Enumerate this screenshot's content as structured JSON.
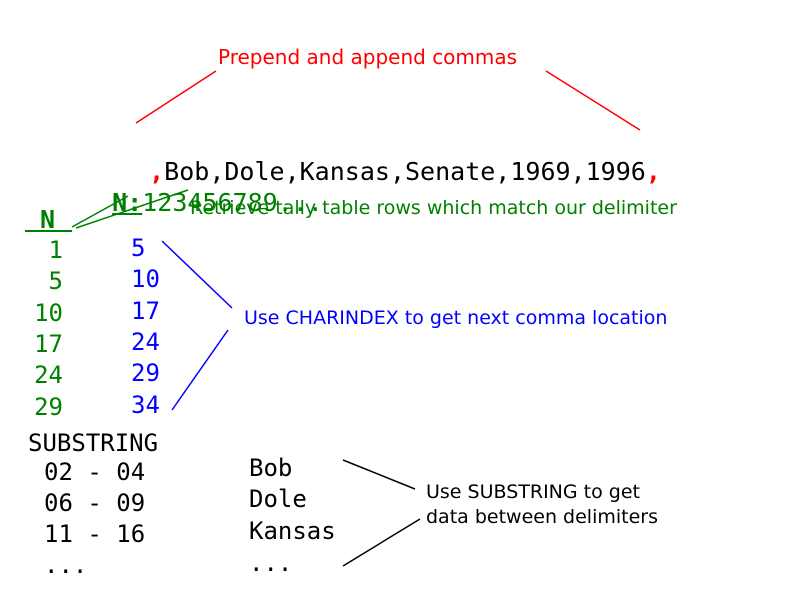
{
  "annotations": {
    "prepend_append": "Prepend and append commas",
    "retrieve_tally": "Retrieve tally table rows which match our delimiter",
    "use_charindex": "Use CHARINDEX to get next comma location",
    "use_substring_line1": "Use SUBSTRING to get",
    "use_substring_line2": "data between delimiters"
  },
  "source_string": {
    "leading_comma": ",",
    "body": "Bob,Dole,Kansas,Senate,1969,1996",
    "trailing_comma": ","
  },
  "tally_header": {
    "label": "N:",
    "digits": "123456789..."
  },
  "tally_table": {
    "column_header": "N",
    "n_values": [
      "1",
      "5",
      "10",
      "17",
      "24",
      "29"
    ],
    "charindex_values": [
      "5",
      "10",
      "17",
      "24",
      "29",
      "34"
    ]
  },
  "substring": {
    "header": "SUBSTRING",
    "ranges": [
      "02 - 04",
      "06 - 09",
      "11 - 16",
      "..."
    ],
    "results": [
      "Bob",
      "Dole",
      "Kansas",
      "..."
    ]
  },
  "colors": {
    "annotation_red": "#ff0000",
    "tally_green": "#008000",
    "charindex_blue": "#0000ff",
    "text_black": "#000000"
  }
}
